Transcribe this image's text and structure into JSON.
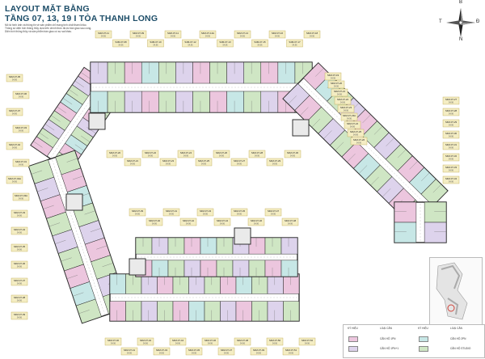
{
  "title": {
    "line1": "LAYOUT MẶT BẰNG",
    "line2": "TẦNG 07, 13, 19 I TÒA THANH LONG"
  },
  "notes": [
    "Mô tả hình ảnh và thông tin về sản phẩm chỉ mang tính chất tham khảo.",
    "Thông số diện tích thông thủy dựa trên chính thức được bàn giao sau cùng.",
    "Diện tích thông thủy và sản phẩm bàn giao có sự sai khác."
  ],
  "compass": {
    "north": "B",
    "south": "N",
    "east": "Đ",
    "west": "T"
  },
  "colors": {
    "pink": "#ecc6de",
    "green": "#cfe6c4",
    "lavender": "#ddd3ec",
    "cyan": "#c7e7e6",
    "wall": "#2a2a2a",
    "corridor": "#ffffff",
    "label_bg": "#f4edc3",
    "label_border": "#bda74e",
    "title": "#1d4d68"
  },
  "legend": {
    "headers": [
      "KÝ HIỆU",
      "LOẠI CĂN",
      "KÝ HIỆU",
      "LOẠI CĂN"
    ],
    "items": [
      {
        "color": "pink",
        "label": "CĂN HỘ 1PN"
      },
      {
        "color": "lavender",
        "label": "CĂN HỘ 1PN+1"
      },
      {
        "color": "cyan",
        "label": "CĂN HỘ 2PN"
      },
      {
        "color": "green",
        "label": "CĂN HỘ STUDIO"
      }
    ]
  },
  "unit_labels": {
    "upper_top": [
      "S4M-07-11",
      "S4M-07-08",
      "S4M-07-09",
      "S4M-07-10",
      "S4M-07-11",
      "S4M-07-12",
      "S4M-07-12A",
      "S4M-07-13",
      "S4M-07-14",
      "S4M-07-15",
      "S4M-07-16",
      "S4M-07-17",
      "S4M-07-18"
    ],
    "upper_middle": [
      "S4M-07-20",
      "S4M-07-21",
      "S4M-07-22",
      "S4M-07-23",
      "S4M-07-24",
      "S4M-07-25",
      "S4M-07-26",
      "S4M-07-27",
      "S4M-07-28",
      "S4M-07-29",
      "S4M-07-30"
    ],
    "left_wing": [
      "S4M-07-05",
      "S4M-07-06",
      "S4M-07-07",
      "S4M-07-03",
      "S4M-07-02",
      "S4M-07-01",
      "S4M-07-02A",
      "S4M-07-03A",
      "S4M-07-33",
      "S4M-07-34",
      "S4M-07-35",
      "S4M-07-36",
      "S4M-07-37",
      "S4M-07-38",
      "S4M-07-39"
    ],
    "right_wing": [
      "S4M-07-19",
      "S4M-07-20",
      "S4M-07-21",
      "S4M-07-22",
      "S4M-07-23",
      "S4M-07-23A",
      "S4M-07-24",
      "S4M-07-25",
      "S4M-07-26",
      "S4M-07-27",
      "S4M-07-28",
      "S4M-07-29",
      "S4M-07-30",
      "S4M-07-31",
      "S4M-07-32",
      "S4M-07-33",
      "S4M-07-34"
    ],
    "lower_top": [
      "S4M-07-39",
      "S4M-07-40",
      "S4M-07-41",
      "S4M-07-42",
      "S4M-07-43",
      "S4M-07-44",
      "S4M-07-45",
      "S4M-07-46",
      "S4M-07-47",
      "S4M-07-48"
    ],
    "lower_bottom": [
      "S4M-07-40",
      "S4M-07-41",
      "S4M-07-42",
      "S4M-07-43",
      "S4M-07-44",
      "S4M-07-45",
      "S4M-07-46",
      "S4M-07-47",
      "S4M-07-48",
      "S4M-07-49",
      "S4M-07-50",
      "S4M-07-51",
      "S4M-07-52"
    ]
  },
  "unit_area_text": "54,96"
}
